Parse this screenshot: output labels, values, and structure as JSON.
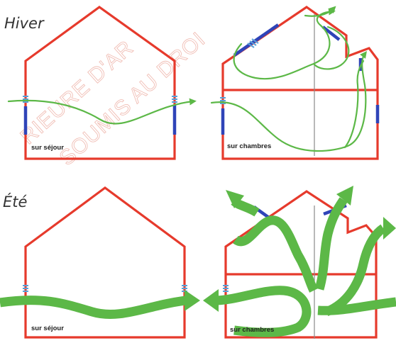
{
  "labels": {
    "winter": "Hiver",
    "summer": "Été",
    "room_living": "sur séjour",
    "room_bedrooms": "sur chambres"
  },
  "watermark": {
    "line1": "RIEURE D'AR",
    "line2": "SOUMIS AU DROI"
  },
  "colors": {
    "wall": "#e63a2c",
    "window": "#2f44b8",
    "air_flow": "#5cb847",
    "air_flow_light": "#8fd07a",
    "divider": "#8a8a8a"
  },
  "icons": {
    "arrowhead": "arrow-head-icon",
    "vent": "vent-grille-icon"
  }
}
